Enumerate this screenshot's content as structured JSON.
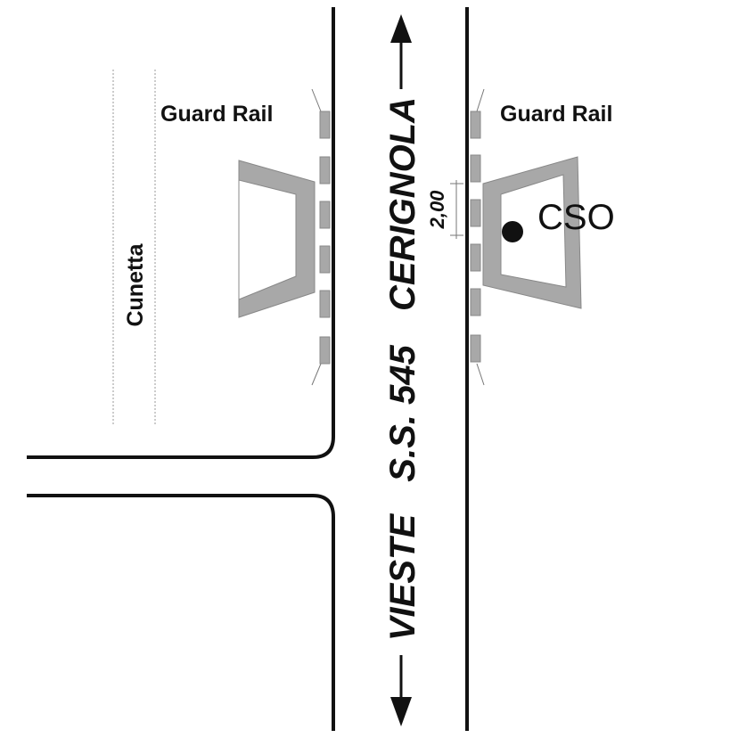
{
  "labels": {
    "guard_rail_left": "Guard Rail",
    "guard_rail_right": "Guard Rail",
    "cunetta": "Cunetta",
    "road_name": "S.S. 545",
    "destination_north": "CERIGNOLA",
    "destination_south": "VIESTE",
    "station": "CSO",
    "dimension": "2,00"
  },
  "colors": {
    "line": "#111111",
    "fill_gray": "#a8a8a8",
    "stroke_gray": "#888888",
    "ditch": "#999999"
  }
}
